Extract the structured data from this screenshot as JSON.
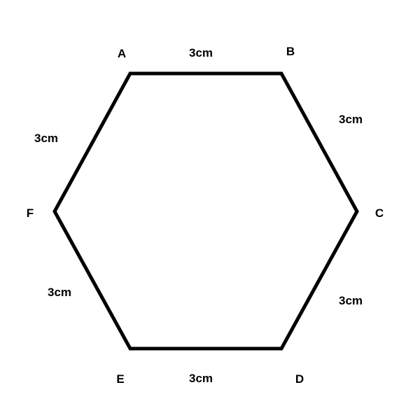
{
  "diagram": {
    "colors": {
      "stroke": "#000000",
      "text": "#000000",
      "background": "#ffffff"
    },
    "vertices": [
      "A",
      "B",
      "C",
      "D",
      "E",
      "F"
    ],
    "sides": [
      {
        "from": "A",
        "to": "B",
        "label": "3cm"
      },
      {
        "from": "B",
        "to": "C",
        "label": "3cm"
      },
      {
        "from": "C",
        "to": "D",
        "label": "3cm"
      },
      {
        "from": "D",
        "to": "E",
        "label": "3cm"
      },
      {
        "from": "E",
        "to": "F",
        "label": "3cm"
      },
      {
        "from": "F",
        "to": "A",
        "label": "3cm"
      }
    ]
  }
}
